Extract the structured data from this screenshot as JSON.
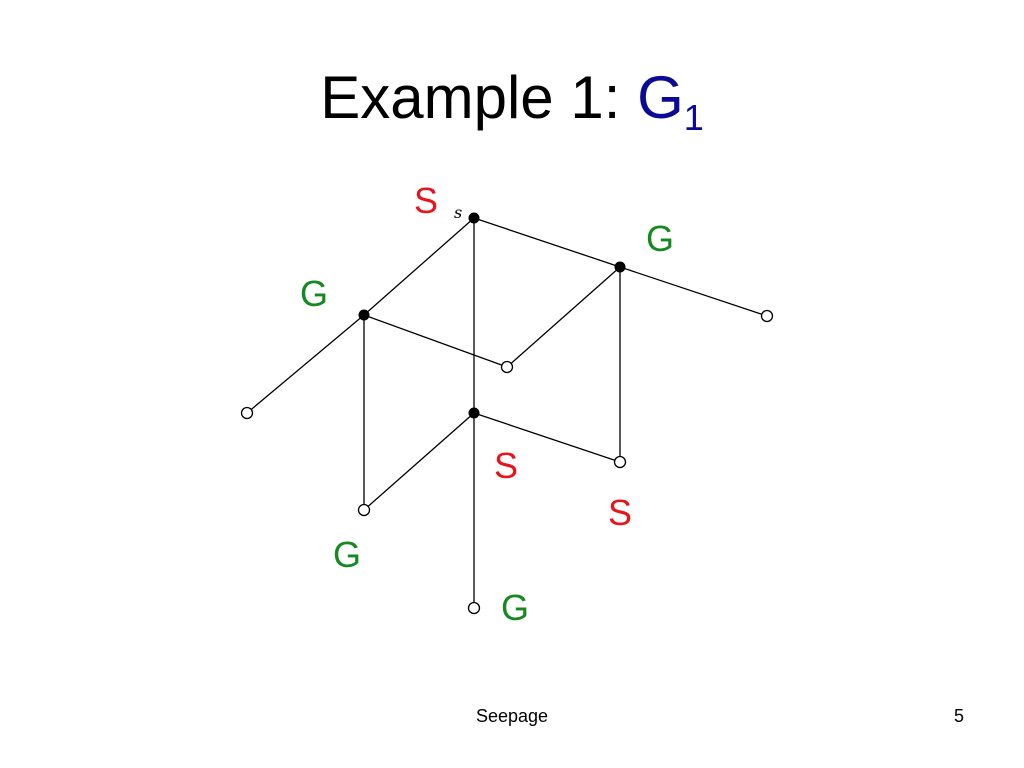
{
  "slide": {
    "title_prefix": "Example 1: ",
    "title_graph": "G",
    "title_subscript": "1",
    "footer": "Seepage",
    "page_number": "5"
  },
  "colors": {
    "s_label": "#e8141c",
    "g_label": "#15881f",
    "title_graph": "#0a0a96",
    "edge": "#000000"
  },
  "graph": {
    "source_label": "s",
    "labels": [
      "S",
      "G",
      "G",
      "S",
      "S",
      "G",
      "G"
    ]
  }
}
